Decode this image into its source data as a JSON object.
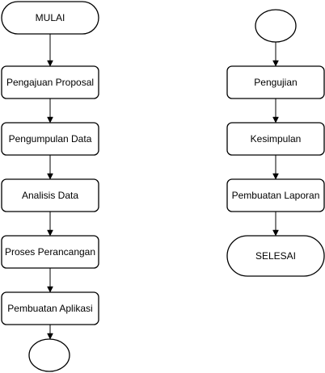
{
  "flowchart": {
    "nodes": [
      {
        "id": "mulai",
        "shape": "terminator",
        "label": "MULAI"
      },
      {
        "id": "pengajuan-proposal",
        "shape": "process",
        "label": "Pengajuan Proposal"
      },
      {
        "id": "pengumpulan-data",
        "shape": "process",
        "label": "Pengumpulan Data"
      },
      {
        "id": "analisis-data",
        "shape": "process",
        "label": "Analisis Data"
      },
      {
        "id": "proses-perancangan",
        "shape": "process",
        "label": "Proses Perancangan"
      },
      {
        "id": "pembuatan-aplikasi",
        "shape": "process",
        "label": "Pembuatan Aplikasi"
      },
      {
        "id": "connector-out",
        "shape": "connector",
        "label": ""
      },
      {
        "id": "connector-in",
        "shape": "connector",
        "label": ""
      },
      {
        "id": "pengujian",
        "shape": "process",
        "label": "Pengujian"
      },
      {
        "id": "kesimpulan",
        "shape": "process",
        "label": "Kesimpulan"
      },
      {
        "id": "pembuatan-laporan",
        "shape": "process",
        "label": "Pembuatan Laporan"
      },
      {
        "id": "selesai",
        "shape": "terminator",
        "label": "SELESAI"
      }
    ],
    "edges": [
      {
        "from": "mulai",
        "to": "pengajuan-proposal"
      },
      {
        "from": "pengajuan-proposal",
        "to": "pengumpulan-data"
      },
      {
        "from": "pengumpulan-data",
        "to": "analisis-data"
      },
      {
        "from": "analisis-data",
        "to": "proses-perancangan"
      },
      {
        "from": "proses-perancangan",
        "to": "pembuatan-aplikasi"
      },
      {
        "from": "pembuatan-aplikasi",
        "to": "connector-out"
      },
      {
        "from": "connector-in",
        "to": "pengujian"
      },
      {
        "from": "pengujian",
        "to": "kesimpulan"
      },
      {
        "from": "kesimpulan",
        "to": "pembuatan-laporan"
      },
      {
        "from": "pembuatan-laporan",
        "to": "selesai"
      }
    ]
  }
}
